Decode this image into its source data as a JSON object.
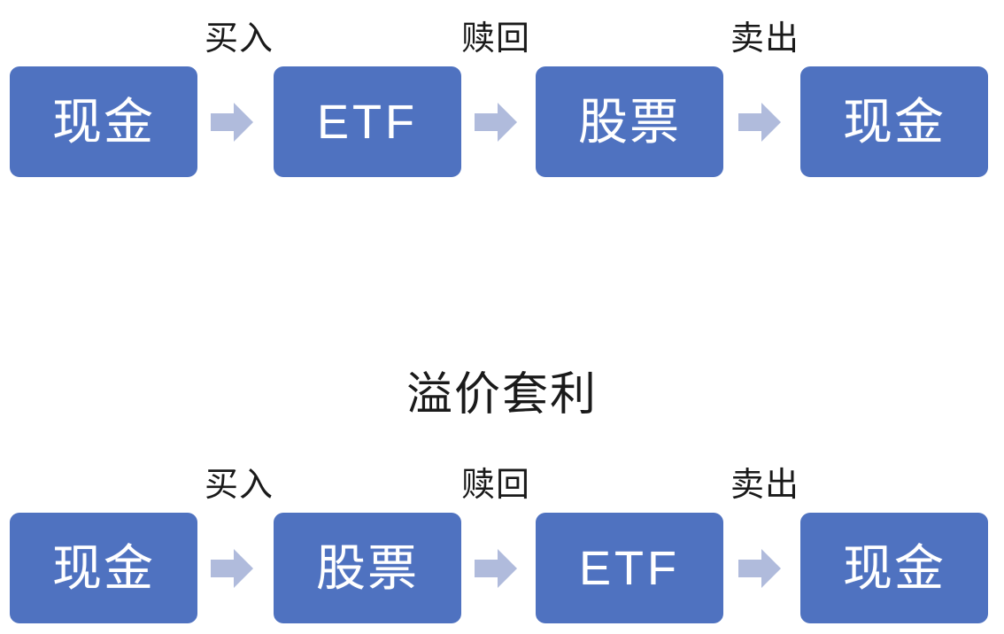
{
  "diagram": {
    "section_title": "溢价套利",
    "colors": {
      "node_fill": "#4f72c0",
      "node_text": "#ffffff",
      "arrow_fill": "#b0bbdc",
      "label_text": "#1a1a1a",
      "background": "#ffffff"
    },
    "rows": [
      {
        "name": "discount-arbitrage-flow",
        "nodes": [
          {
            "label": "现金",
            "script": "cjk"
          },
          {
            "label": "ETF",
            "script": "latin"
          },
          {
            "label": "股票",
            "script": "cjk"
          },
          {
            "label": "现金",
            "script": "cjk"
          }
        ],
        "edges": [
          {
            "label": "买入"
          },
          {
            "label": "赎回"
          },
          {
            "label": "卖出"
          }
        ]
      },
      {
        "name": "premium-arbitrage-flow",
        "nodes": [
          {
            "label": "现金",
            "script": "cjk"
          },
          {
            "label": "股票",
            "script": "cjk"
          },
          {
            "label": "ETF",
            "script": "latin"
          },
          {
            "label": "现金",
            "script": "cjk"
          }
        ],
        "edges": [
          {
            "label": "买入"
          },
          {
            "label": "赎回"
          },
          {
            "label": "卖出"
          }
        ]
      }
    ]
  }
}
